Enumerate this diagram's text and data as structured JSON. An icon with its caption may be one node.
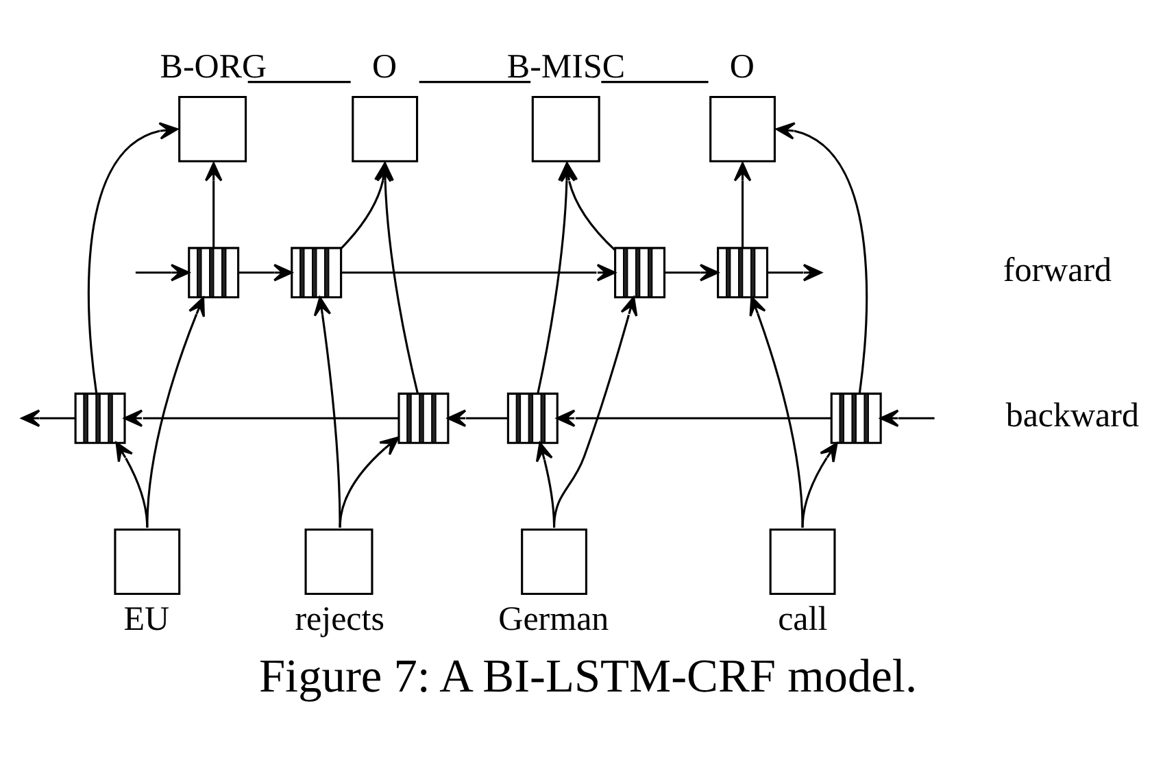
{
  "diagram": {
    "caption": "Figure 7: A BI-LSTM-CRF model.",
    "nodes": [
      {
        "text": [
          "B-ORG"
        ]
      },
      {
        "text": [
          "O"
        ]
      },
      {
        "text": [
          "B-MISC"
        ]
      },
      {
        "text": [
          "O"
        ]
      },
      {
        "text": [],
        "shape": "box"
      },
      {
        "text": [],
        "shape": "box"
      },
      {
        "text": [],
        "shape": "box"
      },
      {
        "text": [],
        "shape": "box"
      },
      {
        "text": [],
        "shape": "box"
      },
      {
        "text": [],
        "shape": "box"
      },
      {
        "text": [],
        "shape": "box"
      },
      {
        "text": [],
        "shape": "box"
      },
      {
        "text": [
          "EU"
        ]
      },
      {
        "text": [
          "rejects"
        ]
      },
      {
        "text": [
          "German"
        ]
      },
      {
        "text": [
          "call"
        ]
      }
    ],
    "edges": [
      {
        "from": 0,
        "to": 1,
        "arrow": "none"
      },
      {
        "from": 1,
        "to": 2,
        "arrow": "none"
      },
      {
        "from": 2,
        "to": 3,
        "arrow": "none"
      },
      {
        "from": 4,
        "to": 0,
        "arrow": "to"
      },
      {
        "from": 8,
        "to": 0,
        "arrow": "to"
      },
      {
        "from": 5,
        "to": 1,
        "arrow": "to"
      },
      {
        "from": 9,
        "to": 1,
        "arrow": "to"
      },
      {
        "from": 6,
        "to": 2,
        "arrow": "to"
      },
      {
        "from": 10,
        "to": 2,
        "arrow": "to"
      },
      {
        "from": 7,
        "to": 3,
        "arrow": "to"
      },
      {
        "from": 11,
        "to": 3,
        "arrow": "to"
      },
      {
        "from": null,
        "to": 4,
        "arrow": "to"
      },
      {
        "from": 4,
        "to": 5,
        "arrow": "to"
      },
      {
        "from": 5,
        "to": 6,
        "arrow": "to"
      },
      {
        "from": 6,
        "to": 7,
        "arrow": "to"
      },
      {
        "from": 7,
        "to": null,
        "arrow": "to"
      },
      {
        "from": null,
        "to": 11,
        "arrow": "to"
      },
      {
        "from": 11,
        "to": 10,
        "arrow": "to"
      },
      {
        "from": 10,
        "to": 9,
        "arrow": "to"
      },
      {
        "from": 9,
        "to": 8,
        "arrow": "to"
      },
      {
        "from": 8,
        "to": null,
        "arrow": "to"
      },
      {
        "from": 12,
        "to": 4,
        "arrow": "to"
      },
      {
        "from": 12,
        "to": 8,
        "arrow": "to"
      },
      {
        "from": 13,
        "to": 5,
        "arrow": "to"
      },
      {
        "from": 13,
        "to": 9,
        "arrow": "to"
      },
      {
        "from": 14,
        "to": 6,
        "arrow": "to"
      },
      {
        "from": 14,
        "to": 10,
        "arrow": "to"
      },
      {
        "from": 15,
        "to": 7,
        "arrow": "to"
      },
      {
        "from": 15,
        "to": 11,
        "arrow": "to"
      }
    ],
    "labels": [
      "forward",
      "backward"
    ]
  }
}
